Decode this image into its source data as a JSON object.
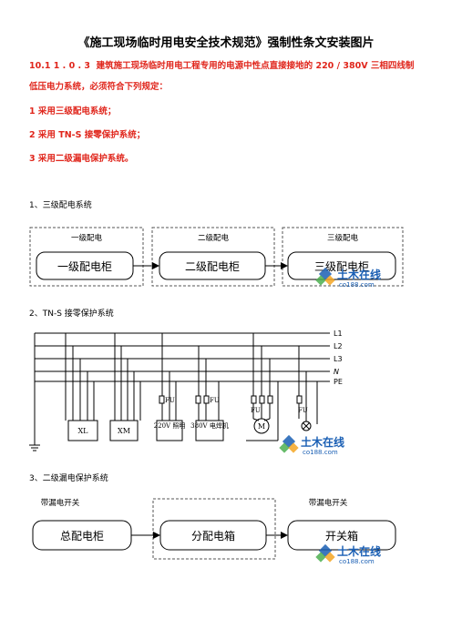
{
  "doc_title": "《施工现场临时用电安全技术规范》强制性条文安装图片",
  "clause": {
    "number": "10.1 1 . 0 . 3",
    "line1_text": "建筑施工现场临时用电工程专用的电源中性点直接接地的 220 / 380V 三相四线制",
    "line2_text": "低压电力系统，必须符合下列规定：",
    "items": [
      "1  采用三级配电系统；",
      "2  采用 TN-S 接零保护系统；",
      "3  采用二级漏电保护系统。"
    ]
  },
  "sections": {
    "s1": "1、三级配电系统",
    "s2": "2、TN-S  接零保护系统",
    "s3": "3、二级漏电保护系统"
  },
  "diagram1": {
    "group_labels": [
      "一级配电",
      "二级配电",
      "三级配电"
    ],
    "boxes": [
      "一级配电柜",
      "二级配电柜",
      "三级配电柜"
    ]
  },
  "diagram2": {
    "lines": [
      "L1",
      "L2",
      "L3",
      "N",
      "PE"
    ],
    "equipment": [
      "XL",
      "XM",
      "220V 照明",
      "380V 电焊机"
    ],
    "fuse_labels": [
      "FU",
      "FU",
      "FU",
      "FU"
    ],
    "motor": "M"
  },
  "diagram3": {
    "top_labels": [
      "带漏电开关",
      "带漏电开关"
    ],
    "boxes": [
      "总配电柜",
      "分配电箱",
      "开关箱"
    ]
  },
  "watermark": {
    "name": "土木在线",
    "url": "co188.com"
  },
  "colors": {
    "clause_red": "#e0261c",
    "wm_blue": "#1a5fb4",
    "wm_green": "#4caf50"
  }
}
